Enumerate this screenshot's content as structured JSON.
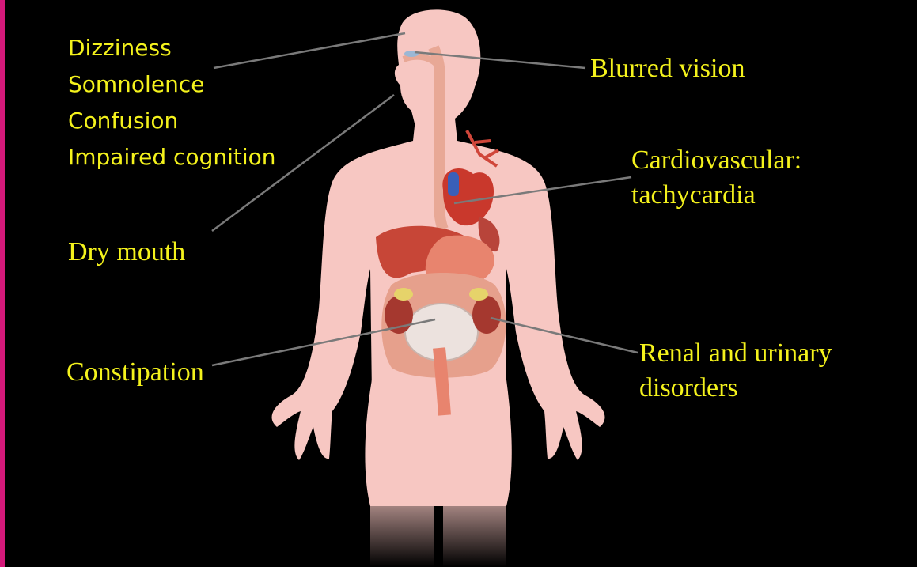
{
  "colors": {
    "background": "#000000",
    "accent_bar": "#d4197a",
    "label_text": "#f4f21c",
    "body_fill": "#f7c7c2",
    "leader_line": "#7a7a7a"
  },
  "labels": {
    "cns": [
      "Dizziness",
      "Somnolence",
      "Confusion",
      "Impaired cognition"
    ],
    "dry_mouth": "Dry mouth",
    "constipation": "Constipation",
    "blurred_vision": "Blurred vision",
    "cardio": [
      "Cardiovascular:",
      "tachycardia"
    ],
    "renal": [
      "Renal and urinary",
      "disorders"
    ]
  }
}
